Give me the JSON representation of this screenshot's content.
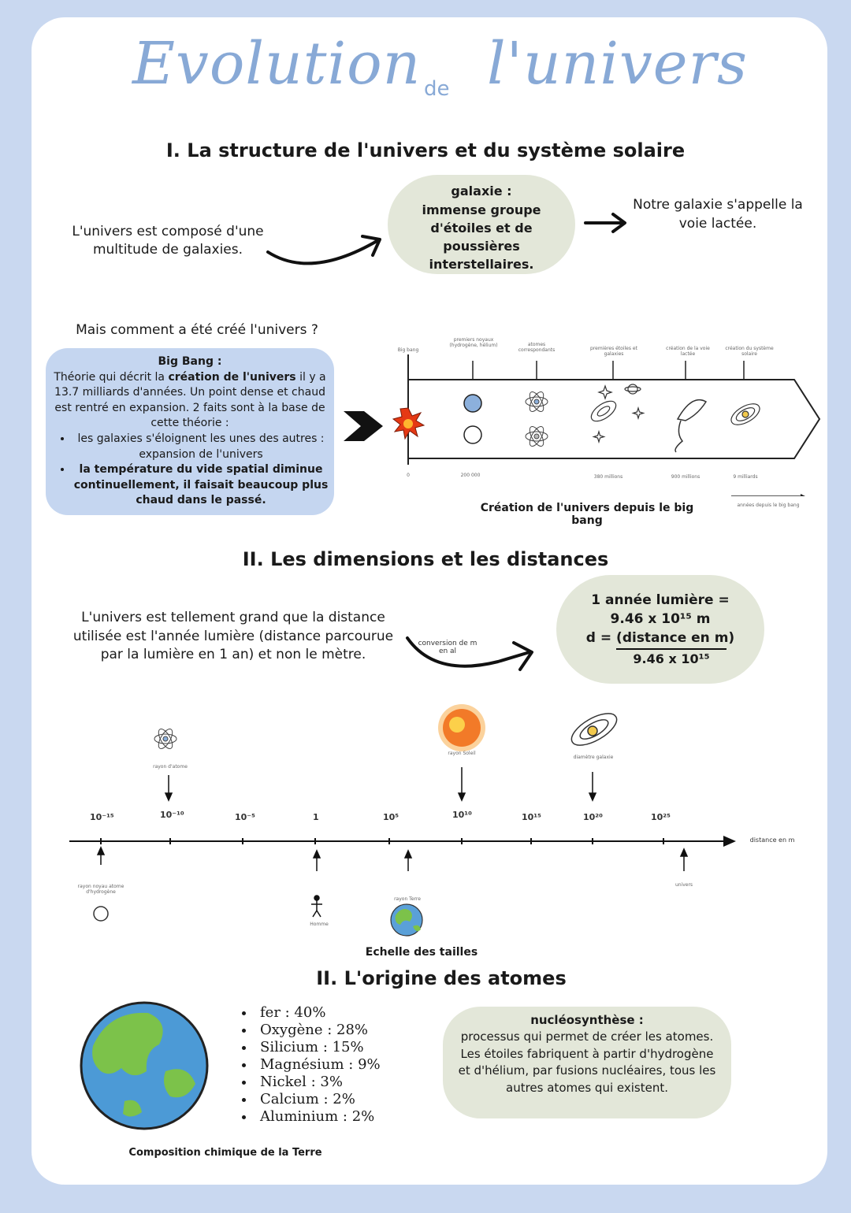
{
  "title": {
    "part1": "Evolution",
    "de": "de",
    "part2": "l'univers"
  },
  "section1": {
    "heading": "I. La structure de l'univers et du système solaire",
    "intro": "L'univers est composé d'une multitude de galaxies.",
    "galaxy_title": "galaxie :",
    "galaxy_def": "immense groupe d'étoiles et de poussières interstellaires.",
    "our_galaxy": "Notre galaxie s'appelle la voie lactée.",
    "question": "Mais comment a été créé l'univers ?",
    "bigbang_title": "Big Bang :",
    "bigbang_text_a": "Théorie qui décrit la ",
    "bigbang_text_b": "création de l'univers",
    "bigbang_text_c": " il y a 13.7 milliards d'années. Un point dense et chaud est rentré en expansion. 2 faits sont à la base de cette théorie :",
    "bigbang_facts": [
      "les galaxies s'éloignent les unes des autres : expansion de l'univers",
      "la température du vide spatial diminue continuellement, il faisait beaucoup plus chaud dans le passé."
    ],
    "timeline_caption": "Création de l'univers depuis le big bang",
    "timeline_labels": [
      "Big bang",
      "premiers noyaux (hydrogène, hélium)",
      "atomes correspondants",
      "premières étoiles et galaxies",
      "création de la voie lactée",
      "création du système solaire"
    ],
    "timeline_axis": [
      "0",
      "200 000",
      "380 millions",
      "900 millions",
      "9 milliards"
    ],
    "timeline_arrow_label": "années depuis le big bang"
  },
  "section2": {
    "heading": "II. Les dimensions et les distances",
    "text": "L'univers est tellement grand que la distance utilisée est l'année lumière (distance parcourue par la lumière en 1 an) et non le mètre.",
    "arrow_label": "conversion de m en al",
    "formula_line1": "1 année lumière =",
    "formula_line2": "9.46 x 10¹⁵ m",
    "formula_d": "d = (distance en m)",
    "formula_den": "9.46 x 10¹⁵",
    "scale_ticks": [
      "10⁻¹⁵",
      "10⁻¹⁰",
      "10⁻⁵",
      "1",
      "10⁵",
      "10¹⁰",
      "10¹⁵",
      "10²⁰",
      "10²⁵"
    ],
    "scale_unit": "distance en m",
    "above_labels": [
      "rayon d'atome",
      "rayon Soleil",
      "diamètre galaxie"
    ],
    "below_labels": [
      "rayon noyau atome d'hydrogène",
      "Homme",
      "rayon Terre",
      "univers"
    ],
    "scale_caption": "Echelle des tailles"
  },
  "section3": {
    "heading": "II. L'origine des atomes",
    "elements": [
      "fer : 40%",
      "Oxygène : 28%",
      "Silicium : 15%",
      "Magnésium : 9%",
      "Nickel : 3%",
      "Calcium : 2%",
      "Aluminium : 2%"
    ],
    "earth_caption": "Composition chimique de la Terre",
    "nucleo_title": "nucléosynthèse :",
    "nucleo_text": "processus qui permet de créer les atomes. Les étoiles fabriquent à partir d'hydrogène et d'hélium, par fusions nucléaires, tous les autres atomes qui existent."
  },
  "colors": {
    "background": "#c9d8f0",
    "title": "#88a9d6",
    "cloud": "#e3e7d9",
    "bluebox": "#c5d6f0"
  }
}
